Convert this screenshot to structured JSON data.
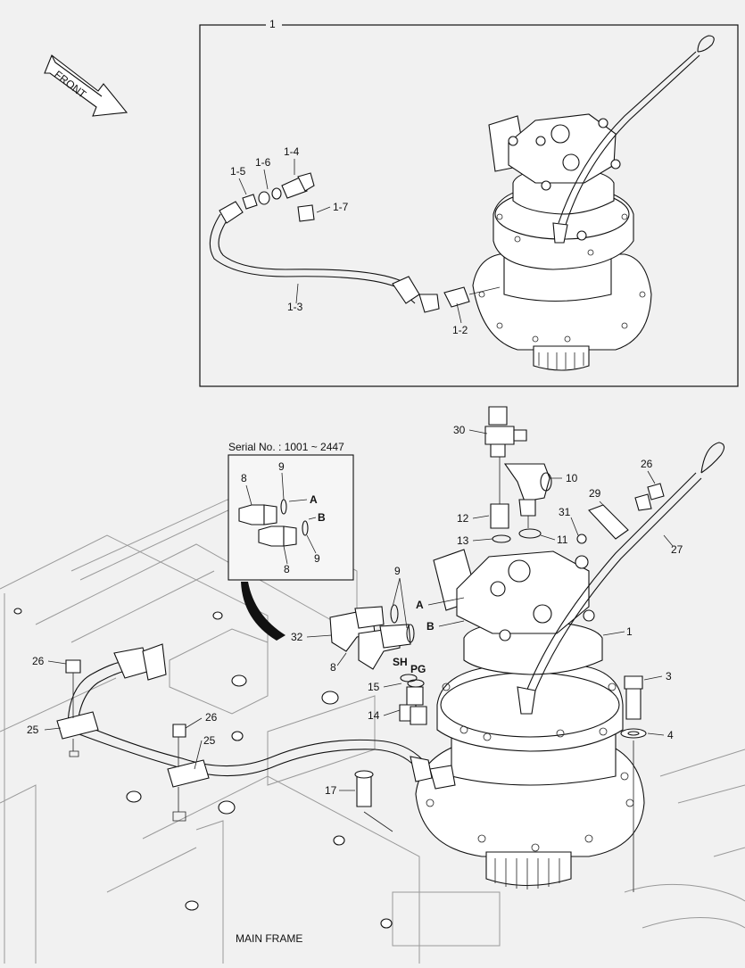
{
  "diagram": {
    "direction_label": "FRONT",
    "footer_label": "MAIN FRAME",
    "inset": {
      "title": "Serial No. : 1001 ~ 2447"
    },
    "callouts": {
      "c1_top": "1",
      "c1_5": "1-5",
      "c1_6": "1-6",
      "c1_4": "1-4",
      "c1_7": "1-7",
      "c1_3": "1-3",
      "c1_2": "1-2",
      "c30": "30",
      "c10": "10",
      "c26a": "26",
      "c29": "29",
      "c31": "31",
      "c27": "27",
      "c12": "12",
      "c13": "13",
      "c11": "11",
      "c9": "9",
      "cA": "A",
      "cB": "B",
      "c32": "32",
      "c8": "8",
      "c1": "1",
      "cSH": "SH",
      "cPG": "PG",
      "c15": "15",
      "c14": "14",
      "c3": "3",
      "c4": "4",
      "c26b": "26",
      "c25a": "25",
      "c26c": "26",
      "c25b": "25",
      "c17": "17",
      "i8a": "8",
      "i9a": "9",
      "iA": "A",
      "iB": "B",
      "i8b": "8",
      "i9b": "9"
    }
  }
}
